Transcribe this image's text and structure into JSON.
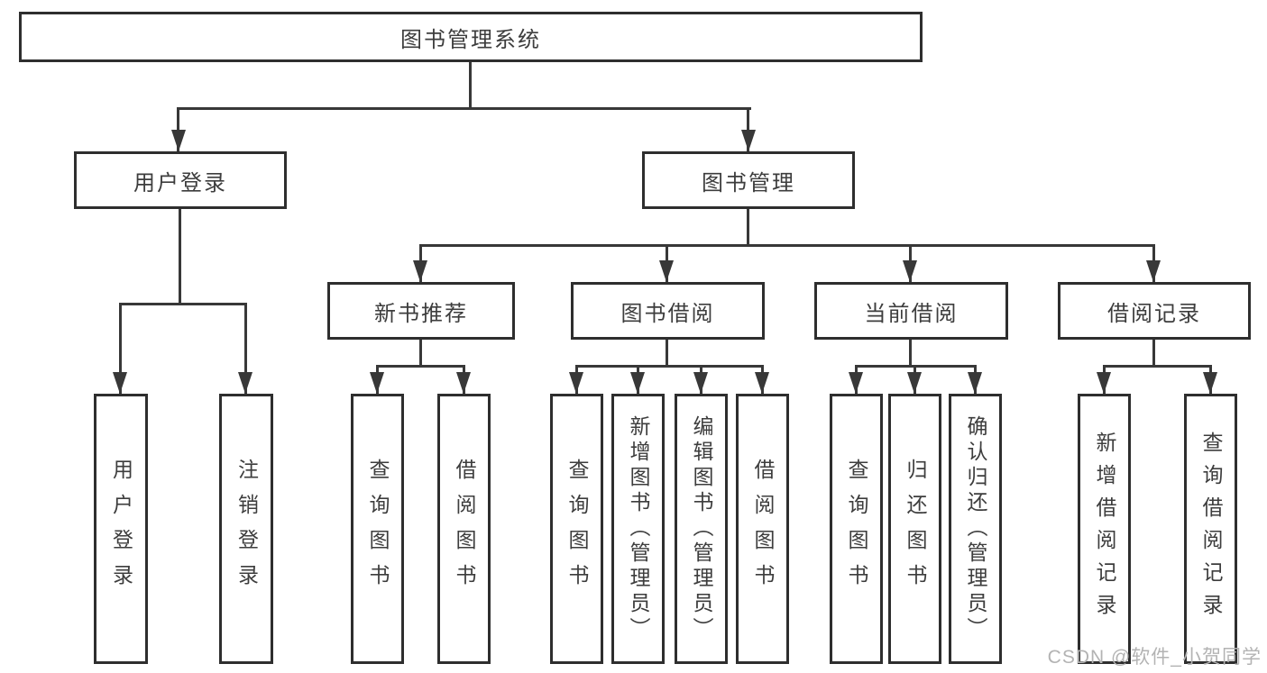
{
  "diagram": {
    "root": {
      "label": "图书管理系统"
    },
    "branches": [
      {
        "label": "用户登录",
        "children": [
          {
            "label": "用户登录"
          },
          {
            "label": "注销登录"
          }
        ]
      },
      {
        "label": "图书管理",
        "children": [
          {
            "label": "新书推荐",
            "children": [
              {
                "label": "查询图书"
              },
              {
                "label": "借阅图书"
              }
            ]
          },
          {
            "label": "图书借阅",
            "children": [
              {
                "label": "查询图书"
              },
              {
                "label": "新增图书（管理员）"
              },
              {
                "label": "编辑图书（管理员）"
              },
              {
                "label": "借阅图书"
              }
            ]
          },
          {
            "label": "当前借阅",
            "children": [
              {
                "label": "查询图书"
              },
              {
                "label": "归还图书"
              },
              {
                "label": "确认归还（管理员）"
              }
            ]
          },
          {
            "label": "借阅记录",
            "children": [
              {
                "label": "新增借阅记录"
              },
              {
                "label": "查询借阅记录"
              }
            ]
          }
        ]
      }
    ]
  },
  "watermark": {
    "text": "CSDN @软件_小贺同学"
  },
  "colors": {
    "line": "#383838",
    "box_border": "#2e2e2e",
    "text": "#3d3d3d",
    "watermark": "#b3b3b3"
  }
}
